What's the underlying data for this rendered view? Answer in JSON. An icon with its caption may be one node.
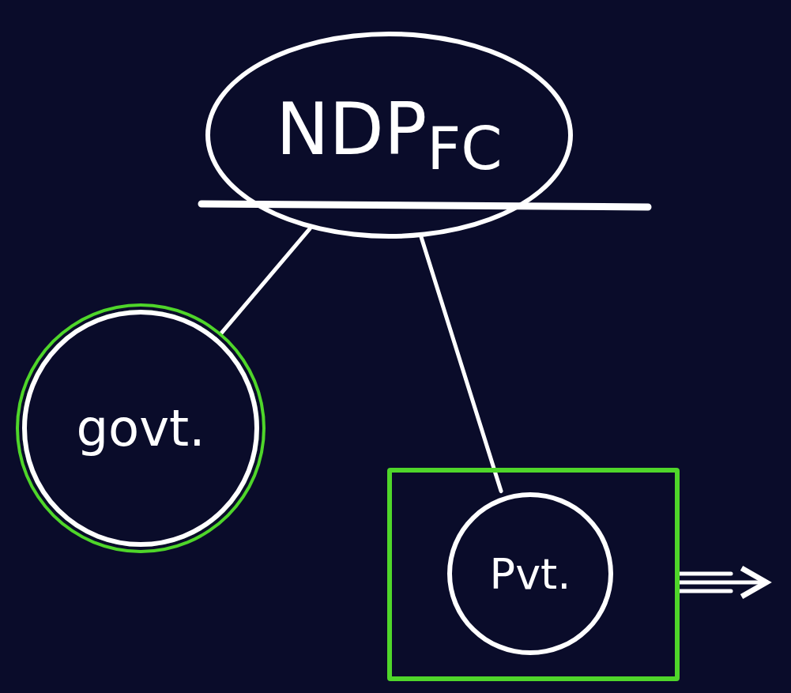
{
  "diagram": {
    "nodes": [
      {
        "text": [
          "NDP$_{FC}$"
        ]
      },
      {
        "text": [
          "govt."
        ]
      },
      {
        "text": [],
        "shape": "box"
      },
      {
        "text": [
          "Pvt."
        ],
        "in": 2
      }
    ],
    "edges": [
      {
        "from": 0,
        "to": 1,
        "arrow": "none"
      },
      {
        "from": 0,
        "to": 3,
        "arrow": "none"
      },
      {
        "from": 2,
        "to": null,
        "arrow": "to"
      }
    ]
  }
}
